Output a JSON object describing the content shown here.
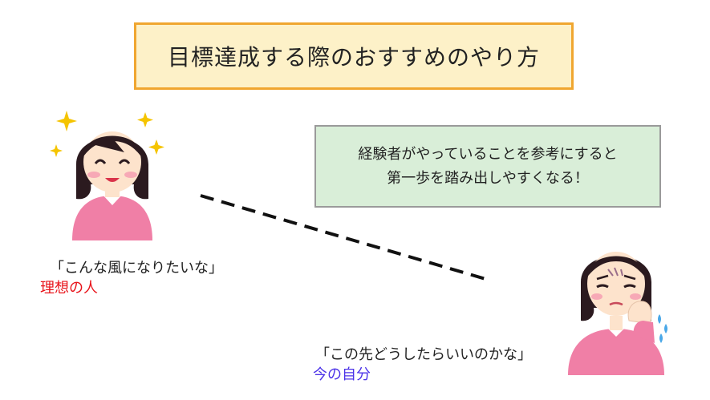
{
  "title": "目標達成する際のおすすめのやり方",
  "note": {
    "line1": "経験者がやっていることを参考にすると",
    "line2": "第一歩を踏み出しやすくなる！"
  },
  "ideal": {
    "quote": "「こんな風になりたいな」",
    "label": "理想の人",
    "label_color": "#e8141b"
  },
  "self": {
    "quote": "「この先どうしたらいいのかな」",
    "label": "今の自分",
    "label_color": "#4b32e8"
  },
  "colors": {
    "title_bg": "#fdf1c8",
    "title_border": "#f0a630",
    "note_bg": "#d9eed8",
    "note_border": "#9a9a9a",
    "shirt": "#f07fa6",
    "hair": "#2b1a1f",
    "skin": "#fde3cc"
  },
  "icons": [
    "sparkle-icon",
    "sweat-drops-icon"
  ]
}
